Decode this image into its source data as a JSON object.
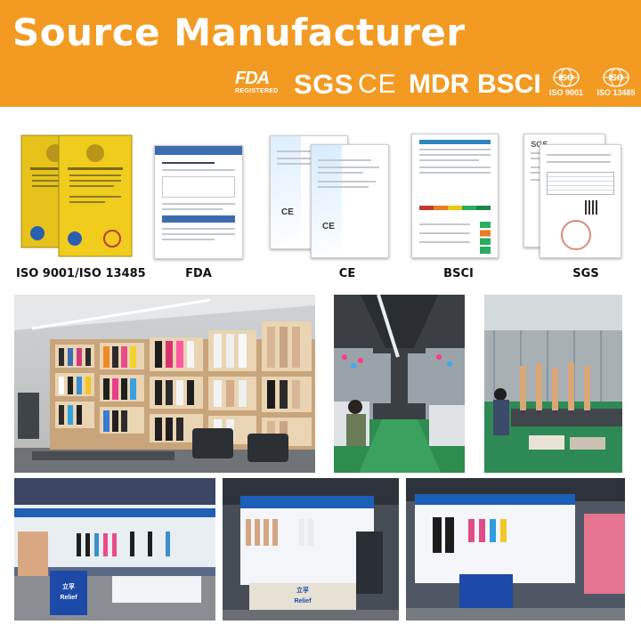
{
  "header": {
    "title": "Source Manufacturer",
    "marks": {
      "fda": "FDA",
      "fda_sub": "REGISTERED",
      "sgs": "SGS",
      "ce": "CE",
      "mdr": "MDR",
      "bsci": "BSCI",
      "iso1_logo": "ISO",
      "iso1": "ISO 9001",
      "iso2_logo": "ISO",
      "iso2": "ISO 13485"
    }
  },
  "certificates": [
    {
      "label": "ISO 9001/ISO 13485"
    },
    {
      "label": "FDA"
    },
    {
      "label": "CE"
    },
    {
      "label": "BSCI"
    },
    {
      "label": "SGS"
    }
  ],
  "booths": {
    "signs": [
      "Relief",
      "立孚",
      "Relief",
      "立孚"
    ]
  },
  "colors": {
    "banner": "#f39a22",
    "text_on_banner": "#ffffff",
    "label_text": "#111111"
  }
}
